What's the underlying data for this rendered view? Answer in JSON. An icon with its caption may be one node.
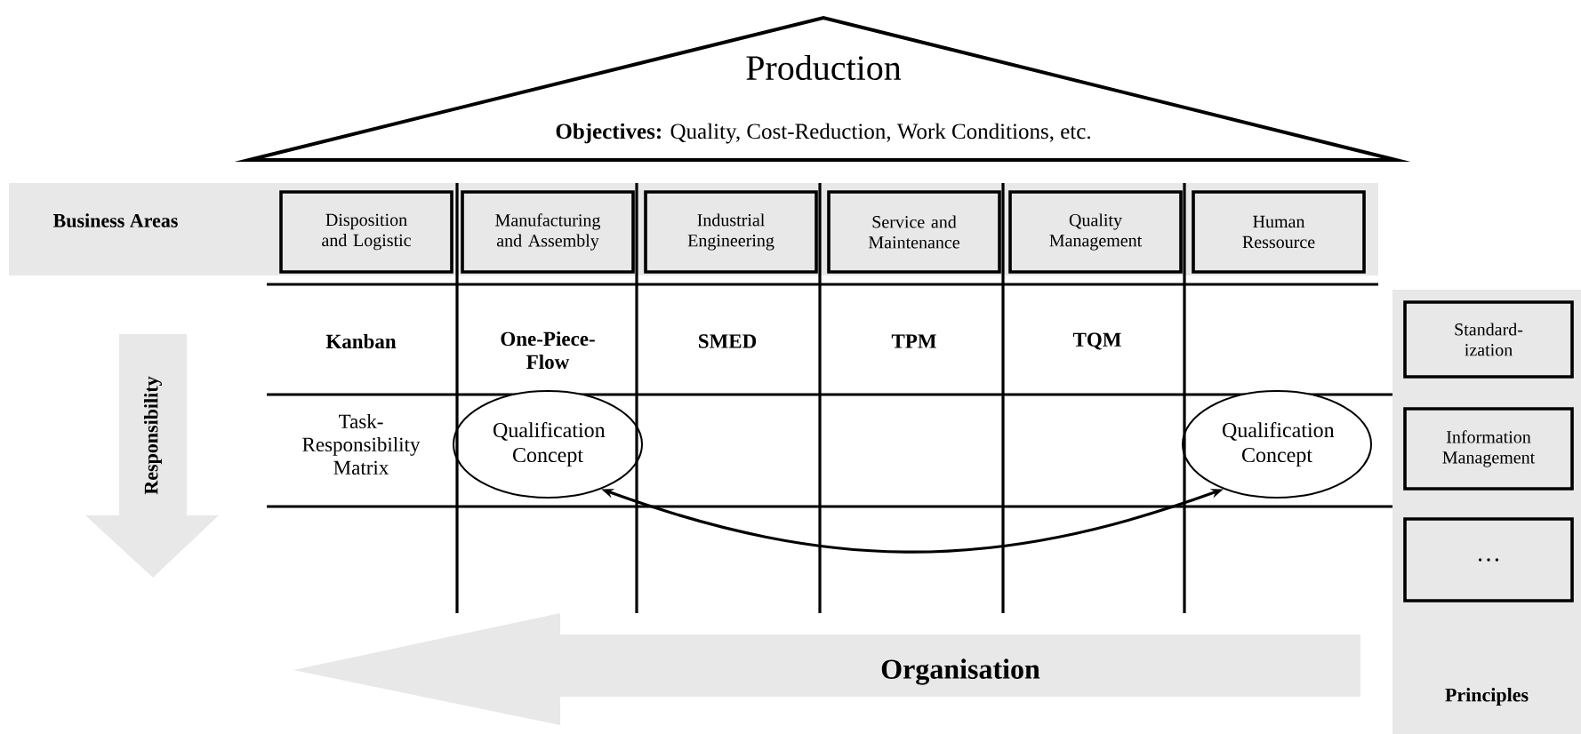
{
  "diagram": {
    "nodes": [
      {
        "text": [
          "Production",
          "**Objectives:** Quality, Cost-Reduction, Work Conditions, etc."
        ]
      },
      {
        "text": [
          "Business Areas"
        ]
      },
      {
        "text": [
          "Disposition and Logistic"
        ],
        "in": 1
      },
      {
        "text": [
          "Manufacturing and Assembly"
        ],
        "in": 1
      },
      {
        "text": [
          "Industrial Engineering"
        ],
        "in": 1
      },
      {
        "text": [
          "Service and Maintenance"
        ],
        "in": 1
      },
      {
        "text": [
          "Quality Management"
        ],
        "in": 1
      },
      {
        "text": [
          "Human Ressource"
        ],
        "in": 1
      },
      {
        "text": [
          "Responsibility"
        ]
      },
      {
        "text": [
          "Qualification Concept"
        ]
      },
      {
        "text": [
          "Qualification Concept"
        ]
      },
      {
        "text": [
          "Principles"
        ]
      },
      {
        "text": [
          "Standard-ization"
        ],
        "in": 11
      },
      {
        "text": [
          "Information Management"
        ],
        "in": 11
      },
      {
        "text": [
          "…"
        ],
        "in": 11
      },
      {
        "text": [
          "Organisation"
        ]
      }
    ],
    "edges": [
      {
        "from": 9,
        "to": 10,
        "arrow": "both"
      }
    ],
    "labels": [
      "Kanban",
      "One-Piece-Flow",
      "SMED",
      "TPM",
      "TQM",
      "Task-Responsibility Matrix"
    ]
  }
}
